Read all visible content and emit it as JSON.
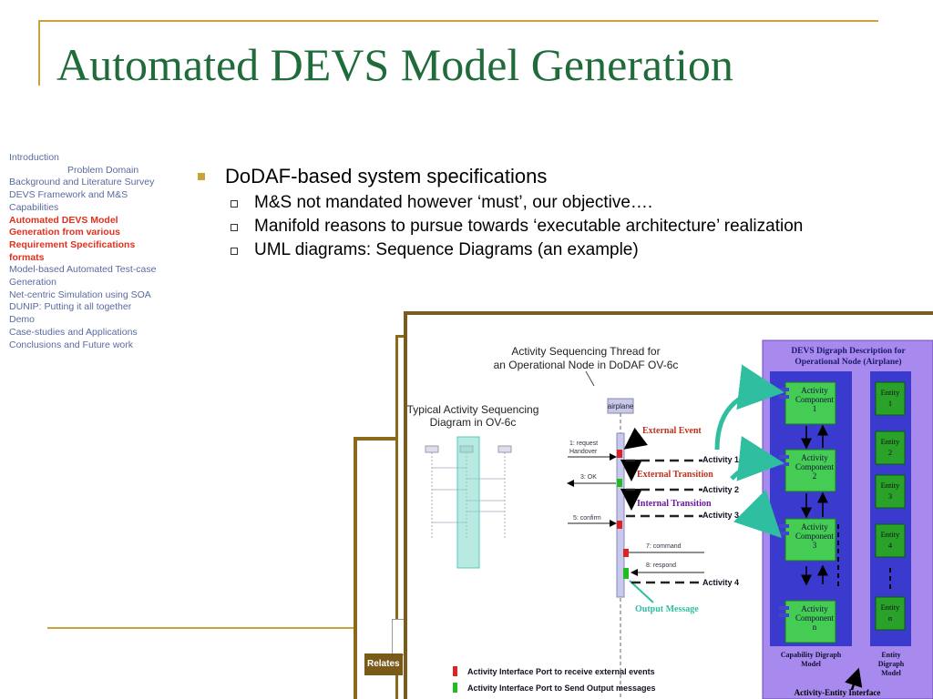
{
  "title": "Automated DEVS Model Generation",
  "sidenav": {
    "items": [
      {
        "label": "Introduction",
        "indent": false,
        "active": false
      },
      {
        "label": "Problem Domain",
        "indent": true,
        "active": false
      },
      {
        "label": "Background and Literature Survey",
        "indent": false,
        "active": false
      },
      {
        "label": "DEVS Framework and M&S",
        "indent": false,
        "active": false
      },
      {
        "label": "Capabilities",
        "indent": false,
        "active": false
      },
      {
        "label": "Automated DEVS Model",
        "indent": false,
        "active": true
      },
      {
        "label": "Generation from various",
        "indent": false,
        "active": true
      },
      {
        "label": "Requirement Specifications",
        "indent": false,
        "active": true
      },
      {
        "label": "formats",
        "indent": false,
        "active": true
      },
      {
        "label": "Model-based Automated Test-case",
        "indent": false,
        "active": false
      },
      {
        "label": "Generation",
        "indent": false,
        "active": false
      },
      {
        "label": "Net-centric Simulation using SOA",
        "indent": false,
        "active": false
      },
      {
        "label": "DUNIP: Putting it all together",
        "indent": false,
        "active": false
      },
      {
        "label": "Demo",
        "indent": false,
        "active": false
      },
      {
        "label": "Case-studies and Applications",
        "indent": false,
        "active": false
      },
      {
        "label": "Conclusions and Future work",
        "indent": false,
        "active": false
      }
    ]
  },
  "bullets": {
    "main": "DoDAF-based system specifications",
    "subs": [
      "M&S not mandated however ‘must’, our objective….",
      "Manifold reasons to pursue towards ‘executable architecture’ realization",
      "UML diagrams: Sequence Diagrams (an example)"
    ]
  },
  "figure": {
    "relates_tab": "Relates",
    "thread_title_1": "Activity Sequencing Thread for",
    "thread_title_2": "an Operational Node in DoDAF OV-6c",
    "typical_title_1": "Typical Activity Sequencing",
    "typical_title_2": "Diagram in OV-6c",
    "lifeline": "airplane",
    "messages": [
      "1: request Handover",
      "3: OK",
      "5: confirm",
      "7: command",
      "8: respond"
    ],
    "external_event": "External Event",
    "external_transition": "External Transition",
    "internal_transition": "Internal Transition",
    "output_message": "Output Message",
    "activities": [
      "Activity 1",
      "Activity 2",
      "Activity 3",
      "Activity 4"
    ],
    "devs_title_1": "DEVS Digraph Description for",
    "devs_title_2": "Operational Node (Airplane)",
    "components": [
      "Activity Component 1",
      "Activity Component 2",
      "Activity Component 3",
      "Activity Component n"
    ],
    "entities": [
      "Entity 1",
      "Entity 2",
      "Entity 3",
      "Entity 4",
      "Entity n"
    ],
    "capability_label_1": "Capability Digraph",
    "capability_label_2": "Model",
    "entity_model_1": "Entity",
    "entity_model_2": "Digraph",
    "entity_model_3": "Model",
    "legend_red": "Activity Interface Port to receive external events",
    "legend_green": "Activity Interface Port to Send Output messages",
    "interface_label": "Activity-Entity Interface",
    "colors": {
      "title_green": "#1f6b3a",
      "gold": "#c8a23a",
      "nav_active": "#e0301e",
      "devs_purple": "#a889ee",
      "devs_blue": "#3a3acf",
      "component_green": "#44cc55",
      "entity_green": "#2aa22a",
      "arrow_teal": "#2fbfa0"
    }
  }
}
